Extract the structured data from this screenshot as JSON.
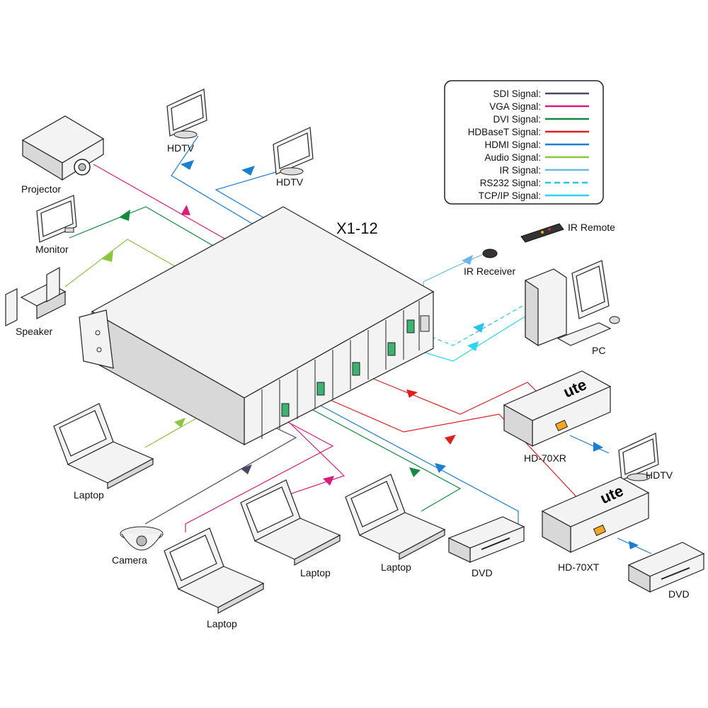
{
  "title": "X1-12",
  "legend": [
    {
      "label": "SDI Signal:",
      "color": "#4a4664",
      "style": "solid"
    },
    {
      "label": "VGA Signal:",
      "color": "#d81e78",
      "style": "solid"
    },
    {
      "label": "DVI Signal:",
      "color": "#138a3c",
      "style": "solid"
    },
    {
      "label": "HDBaseT Signal:",
      "color": "#e02020",
      "style": "solid"
    },
    {
      "label": "HDMI Signal:",
      "color": "#1a7fd0",
      "style": "solid"
    },
    {
      "label": "Audio Signal:",
      "color": "#8cc63f",
      "style": "solid"
    },
    {
      "label": "IR Signal:",
      "color": "#6ab8e8",
      "style": "solid"
    },
    {
      "label": "RS232 Signal:",
      "color": "#27c5e8",
      "style": "dashed"
    },
    {
      "label": "TCP/IP Signal:",
      "color": "#27d8ee",
      "style": "solid"
    }
  ],
  "devices": {
    "projector": "Projector",
    "hdtv_top_left": "HDTV",
    "hdtv_top_right": "HDTV",
    "monitor": "Monitor",
    "speaker": "Speaker",
    "ir_remote": "IR Remote",
    "ir_receiver": "IR Receiver",
    "pc": "PC",
    "laptop_left": "Laptop",
    "camera": "Camera",
    "laptop_bottom": "Laptop",
    "laptop_middle": "Laptop",
    "laptop_right": "Laptop",
    "dvd_center": "DVD",
    "hd70xr": "HD-70XR",
    "hdtv_right": "HDTV",
    "hd70xt": "HD-70XT",
    "dvd_right": "DVD"
  },
  "brand": "ute"
}
